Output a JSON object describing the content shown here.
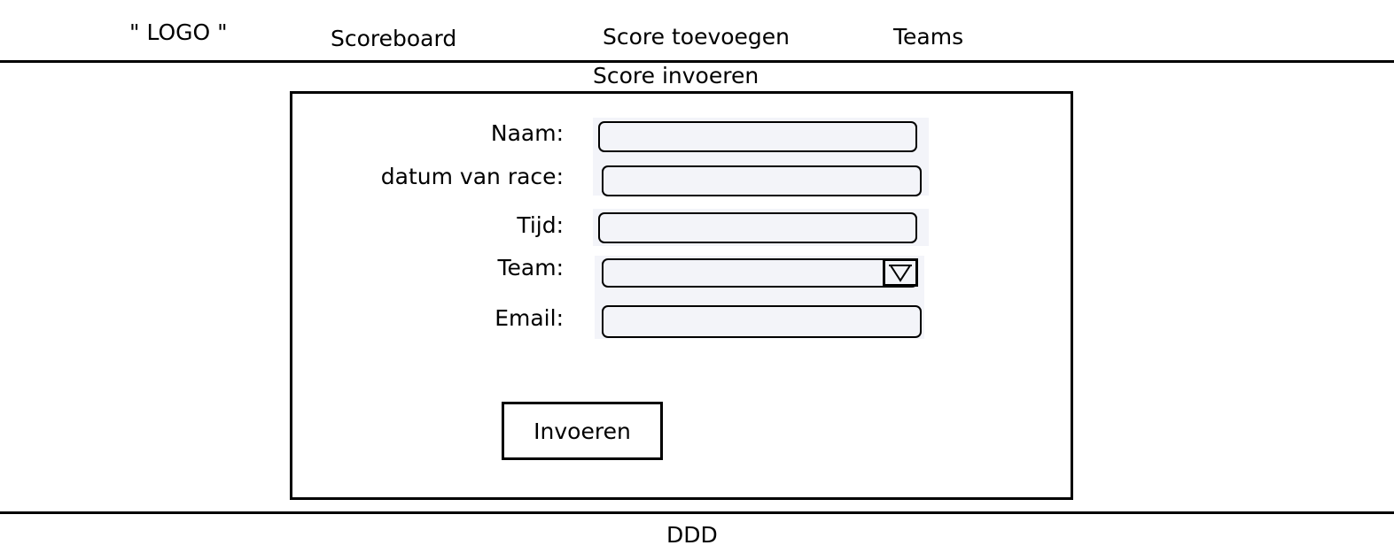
{
  "header": {
    "logo": "\" LOGO \"",
    "nav": {
      "scoreboard": "Scoreboard",
      "score_toevoegen": "Score toevoegen",
      "teams": "Teams"
    }
  },
  "form": {
    "title": "Score invoeren",
    "fields": {
      "naam": {
        "label": "Naam:",
        "value": ""
      },
      "datum": {
        "label": "datum van race:",
        "value": ""
      },
      "tijd": {
        "label": "Tijd:",
        "value": ""
      },
      "team": {
        "label": "Team:",
        "value": ""
      },
      "email": {
        "label": "Email:",
        "value": ""
      }
    },
    "submit_label": "Invoeren"
  },
  "footer": {
    "text": "DDD"
  },
  "icons": {
    "dropdown": "chevron-down-icon"
  },
  "colors": {
    "input_background": "#f3f4f9",
    "border": "#000000"
  }
}
